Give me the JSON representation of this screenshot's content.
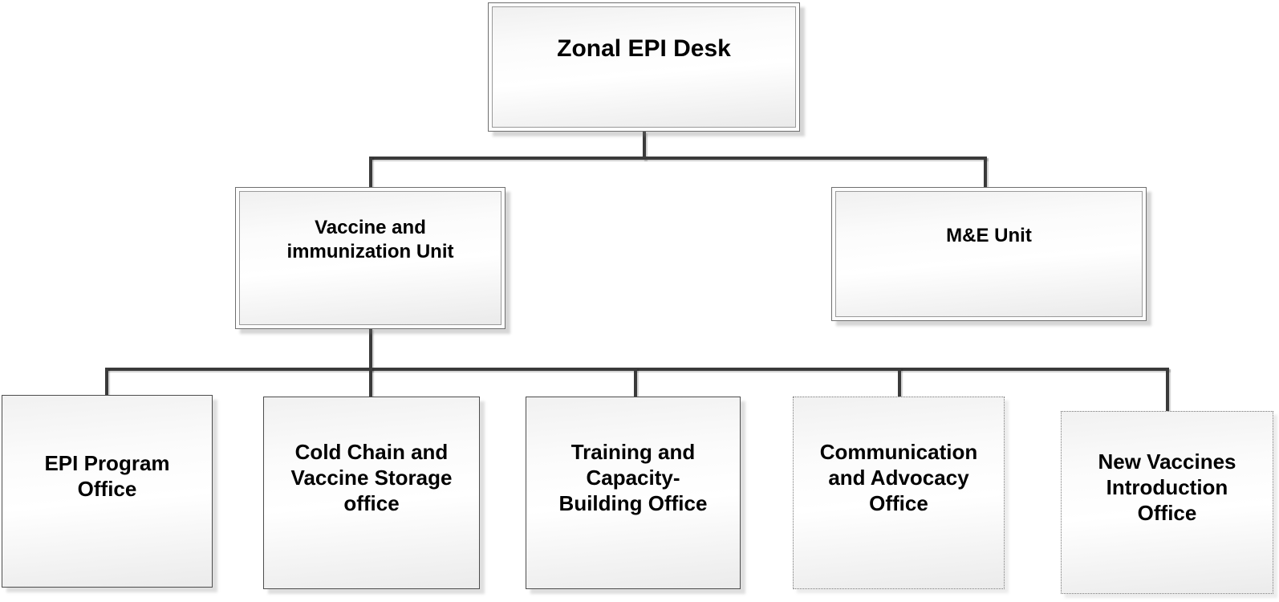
{
  "diagram_type": "org-chart",
  "colors": {
    "background": "#ffffff",
    "connector": "#3a3a3a",
    "box_border_outer": "#6f6f6f",
    "box_border_inner": "#9a9a9a",
    "box_border_solid": "#4d4d4d",
    "box_border_dotted": "#7a7a7a",
    "box_fill_top": "#f0f0f0",
    "box_fill_mid": "#ffffff",
    "box_fill_bottom": "#eaeaea",
    "text": "#000000"
  },
  "nodes": {
    "root": {
      "label": "Zonal EPI Desk",
      "border_style": "double"
    },
    "level2": [
      {
        "label": "Vaccine and\nimmunization Unit",
        "border_style": "double"
      },
      {
        "label": "M&E Unit",
        "border_style": "double"
      }
    ],
    "level3": [
      {
        "label": "EPI Program\nOffice",
        "border_style": "solid"
      },
      {
        "label": "Cold Chain and\nVaccine Storage\noffice",
        "border_style": "solid"
      },
      {
        "label": "Training and\nCapacity-\nBuilding Office",
        "border_style": "solid"
      },
      {
        "label": "Communication\nand Advocacy\nOffice",
        "border_style": "dotted"
      },
      {
        "label": "New Vaccines\nIntroduction\nOffice",
        "border_style": "dotted"
      }
    ]
  },
  "edges": [
    {
      "from": "Zonal EPI Desk",
      "to": [
        "Vaccine and immunization Unit",
        "M&E Unit"
      ]
    },
    {
      "from": "Vaccine and immunization Unit",
      "to": [
        "EPI Program Office",
        "Cold Chain and Vaccine Storage office",
        "Training and Capacity-Building Office",
        "Communication and Advocacy Office",
        "New Vaccines Introduction Office"
      ]
    }
  ]
}
